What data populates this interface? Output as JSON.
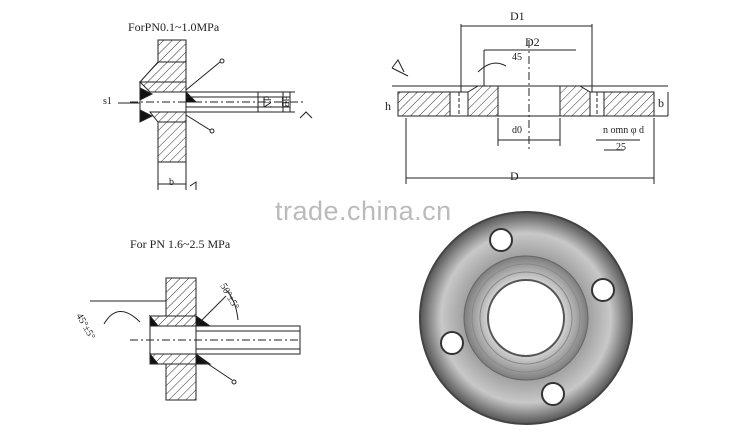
{
  "panels": {
    "top_left": {
      "title": "ForPN0.1~1.0MPa",
      "labels": {
        "s1": "s1",
        "b": "b",
        "dB": "dB",
        "dN": "dN"
      }
    },
    "top_right": {
      "labels": {
        "D1": "D1",
        "D2": "D2",
        "angle": "45",
        "h": "h",
        "b": "b",
        "d0": "d0",
        "n_holes": "n omn φ d",
        "offset": "25",
        "D": "D"
      }
    },
    "bottom_left": {
      "title": "For PN 1.6~2.5 MPa",
      "labels": {
        "angle_right": "50°±5°",
        "angle_left": "45°±5°"
      }
    },
    "bottom_right": {
      "photo": "flange-photo"
    }
  },
  "watermark": "trade.china.cn"
}
